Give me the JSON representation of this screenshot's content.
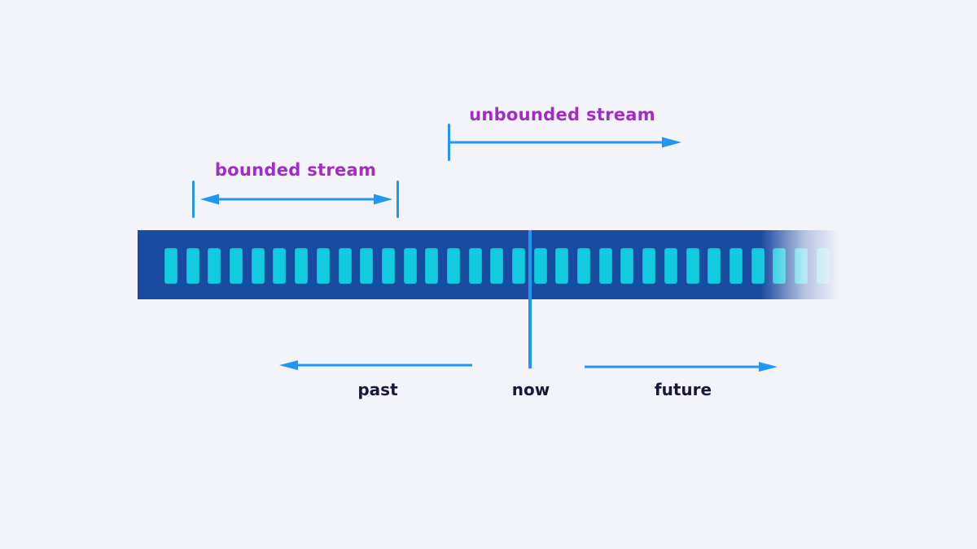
{
  "diagram": {
    "labels": {
      "bounded": "bounded stream",
      "unbounded": "unbounded stream",
      "past": "past",
      "now": "now",
      "future": "future"
    },
    "colors": {
      "background": "#f3f3fa",
      "bar": "#1b4ba0",
      "event_block": "#12cbde",
      "event_block_border": "#0fb7ce",
      "arrow": "#2196f3",
      "label_purple": "#a22dc6",
      "label_dark": "#1a1a38"
    },
    "stream_bar": {
      "event_count": 32
    }
  }
}
